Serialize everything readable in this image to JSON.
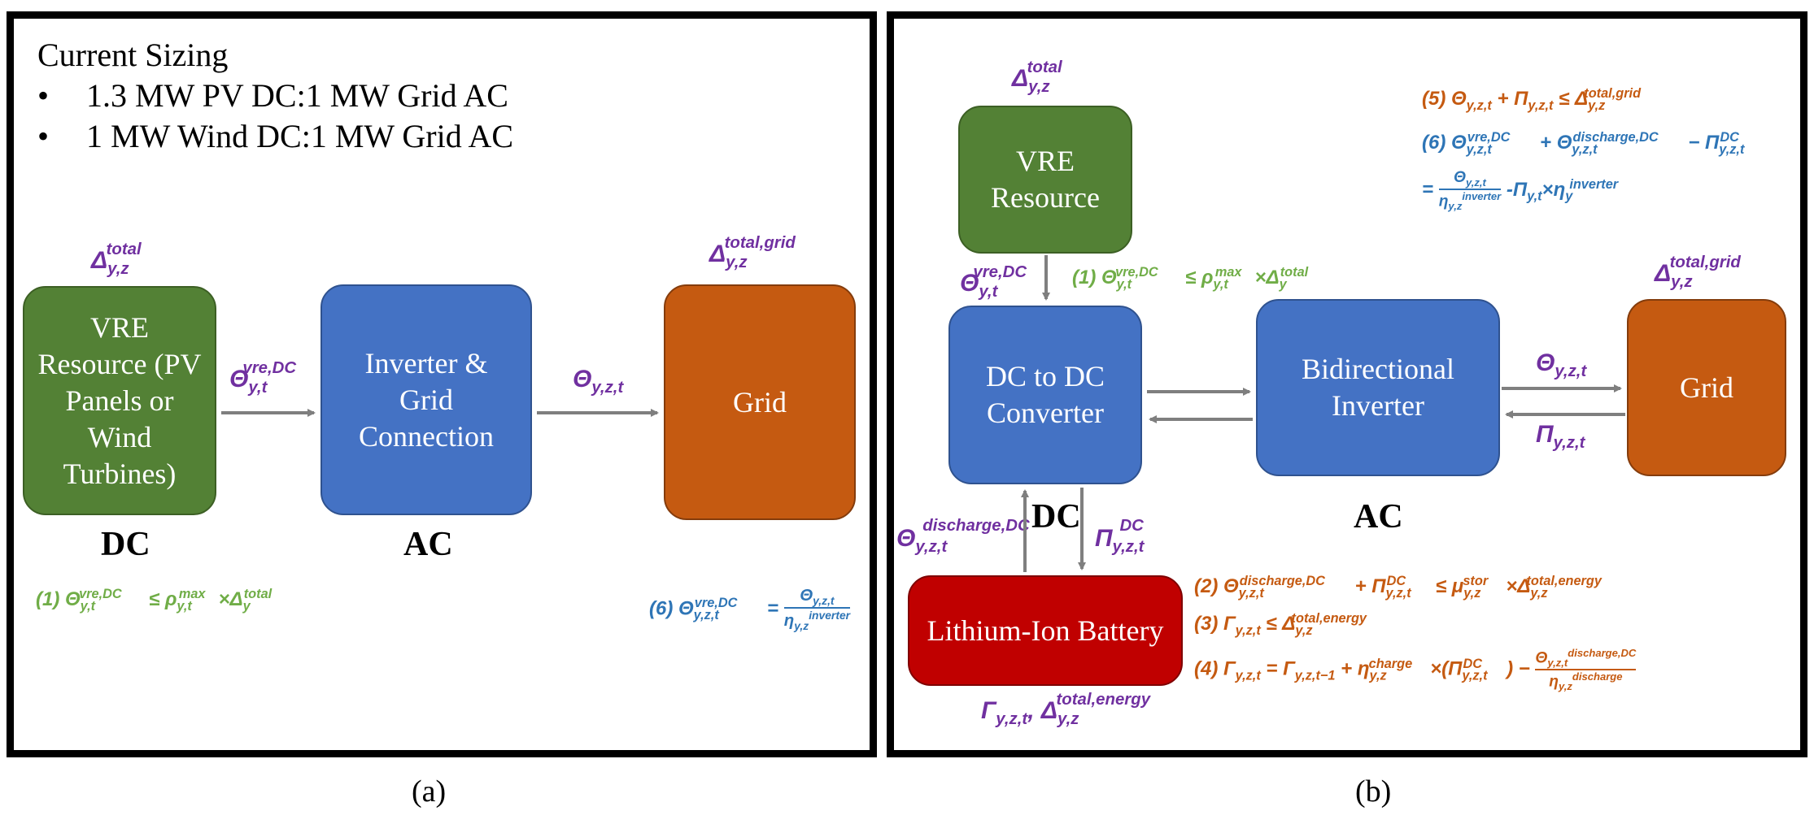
{
  "panel_a": {
    "heading": "Current Sizing",
    "bullets": [
      "1.3 MW PV DC:1 MW Grid AC",
      "1 MW Wind DC:1 MW Grid AC"
    ],
    "vre_box": "VRE Resource (PV Panels or Wind Turbines)",
    "inverter_box": "Inverter & Grid Connection",
    "grid_box": "Grid",
    "dc_label": "DC",
    "ac_label": "AC",
    "caption": "(a)"
  },
  "panel_b": {
    "vre_box": "VRE Resource",
    "dcdc_box": "DC to DC Converter",
    "inverter_box": "Bidirectional Inverter",
    "grid_box": "Grid",
    "battery_box": "Lithium-Ion Battery",
    "dc_label": "DC",
    "ac_label": "AC",
    "caption": "(b)"
  },
  "colors": {
    "vre_green": "#538135",
    "inverter_blue": "#4472c4",
    "grid_orange": "#c55a11",
    "battery_red": "#c00000",
    "var_purple": "#7030a0",
    "eq_green": "#70ad47",
    "eq_blue": "#2e75b6",
    "eq_orange": "#c55a11"
  }
}
